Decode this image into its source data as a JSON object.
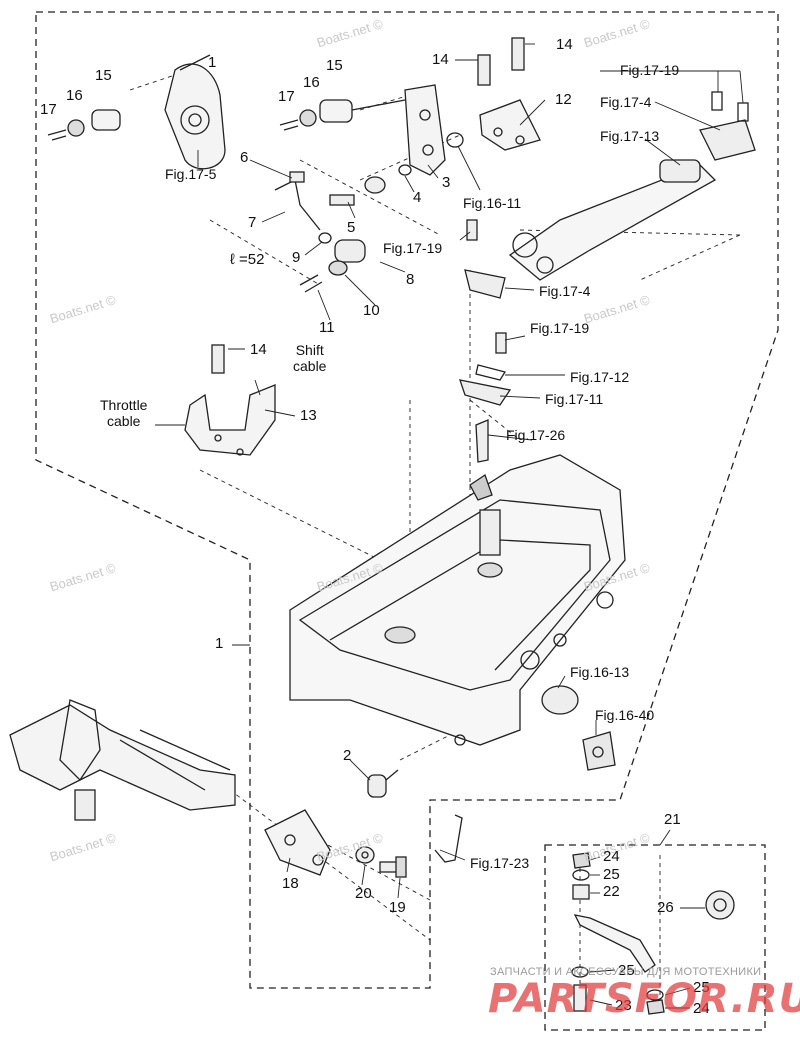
{
  "watermarks": [
    "Boats.net ©",
    "Boats.net ©",
    "Boats.net ©",
    "Boats.net ©",
    "Boats.net ©",
    "Boats.net ©",
    "Boats.net ©",
    "Boats.net ©",
    "Boats.net ©",
    "Boats.net ©"
  ],
  "brand": {
    "tagline": "ЗАПЧАСТИ И АКСЕССУАРЫ ДЛЯ МОТОТЕХНИКИ",
    "logo": "PARTSFOR.RU"
  },
  "labels": {
    "n1": "1",
    "n1b": "1",
    "n2": "2",
    "n3": "3",
    "n4": "4",
    "n5": "5",
    "n6": "6",
    "n7": "7",
    "n8": "8",
    "n9": "9",
    "n10": "10",
    "n11": "11",
    "n12": "12",
    "n13": "13",
    "n14a": "14",
    "n14b": "14",
    "n14c": "14",
    "n15a": "15",
    "n15b": "15",
    "n16a": "16",
    "n16b": "16",
    "n17a": "17",
    "n17b": "17",
    "n18": "18",
    "n19": "19",
    "n20": "20",
    "n21": "21",
    "n22": "22",
    "n23a": "23",
    "n24a": "24",
    "n24b": "24",
    "n25a": "25",
    "n25b": "25",
    "n25c": "25",
    "n26": "26",
    "fig17_5": "Fig.17-5",
    "fig17_19a": "Fig.17-19",
    "fig17_4a": "Fig.17-4",
    "fig17_13": "Fig.17-13",
    "fig16_11": "Fig.16-11",
    "fig17_19b": "Fig.17-19",
    "fig17_4b": "Fig.17-4",
    "fig17_19c": "Fig.17-19",
    "fig17_12": "Fig.17-12",
    "fig17_11": "Fig.17-11",
    "fig17_26": "Fig.17-26",
    "fig16_13": "Fig.16-13",
    "fig16_40": "Fig.16-40",
    "fig17_23": "Fig.17-23",
    "length": "ℓ =52",
    "shift": "Shift\ncable",
    "throttle": "Throttle\ncable"
  }
}
